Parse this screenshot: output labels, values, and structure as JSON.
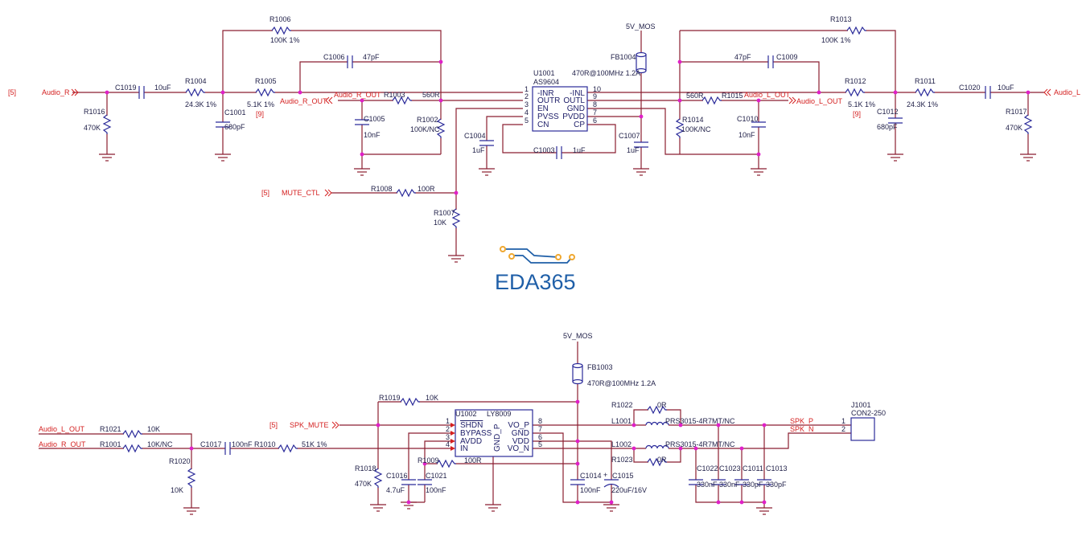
{
  "colors": {
    "wire": "#8b1e30",
    "component": "#2b2b9a",
    "net_label": "#d42020",
    "junction": "#e020c8",
    "logo_blue": "#1f5fa8",
    "logo_orange": "#f0a830"
  },
  "logo": {
    "text": "EDA365"
  },
  "nets": {
    "audio_r": "Audio_R",
    "audio_l": "Audio_L",
    "audio_r_out": "Audio_R_OUT",
    "audio_l_out": "Audio_L_OUT",
    "mute_ctl": "MUTE_CTL",
    "spk_mute": "SPK_MUTE",
    "spk_p": "SPK_P",
    "spk_n": "SPK_N",
    "power": "5V_MOS",
    "sheet_ref": "[5]",
    "page_ref": "[9]"
  },
  "components": {
    "R1016": {
      "ref": "R1016",
      "value": "470K"
    },
    "C1019": {
      "ref": "C1019",
      "value": "10uF"
    },
    "R1004": {
      "ref": "R1004",
      "value": "24.3K 1%"
    },
    "R1006": {
      "ref": "R1006",
      "value": "100K 1%"
    },
    "C1001": {
      "ref": "C1001",
      "value": "680pF"
    },
    "R1005": {
      "ref": "R1005",
      "value": "5.1K 1%"
    },
    "C1006": {
      "ref": "C1006",
      "value": "47pF"
    },
    "R1003": {
      "ref": "R1003",
      "value": "560R"
    },
    "C1005": {
      "ref": "C1005",
      "value": "10nF"
    },
    "R1002": {
      "ref": "R1002",
      "value": "100K/NC"
    },
    "FB1004": {
      "ref": "FB1004",
      "value": "470R@100MHz 1.2A"
    },
    "C1004": {
      "ref": "C1004",
      "value": "1uF"
    },
    "C1003": {
      "ref": "C1003",
      "value": "1uF"
    },
    "C1007": {
      "ref": "C1007",
      "value": "1uF"
    },
    "R1014": {
      "ref": "R1014",
      "value": "100K/NC"
    },
    "R1015": {
      "ref": "R1015",
      "value": "560R"
    },
    "C1010": {
      "ref": "C1010",
      "value": "10nF"
    },
    "R1013": {
      "ref": "R1013",
      "value": "100K 1%"
    },
    "C1009": {
      "ref": "C1009",
      "value": "47pF"
    },
    "R1012": {
      "ref": "R1012",
      "value": "5.1K 1%"
    },
    "C1012": {
      "ref": "C1012",
      "value": "680pF"
    },
    "R1011": {
      "ref": "R1011",
      "value": "24.3K 1%"
    },
    "C1020": {
      "ref": "C1020",
      "value": "10uF"
    },
    "R1017": {
      "ref": "R1017",
      "value": "470K"
    },
    "R1008": {
      "ref": "R1008",
      "value": "100R"
    },
    "R1007": {
      "ref": "R1007",
      "value": "10K"
    },
    "FB1003": {
      "ref": "FB1003",
      "value": "470R@100MHz 1.2A"
    },
    "R1019": {
      "ref": "R1019",
      "value": "10K"
    },
    "R1021": {
      "ref": "R1021",
      "value": "10K"
    },
    "R1001": {
      "ref": "R1001",
      "value": "10K/NC"
    },
    "R1020": {
      "ref": "R1020",
      "value": "10K"
    },
    "C1017": {
      "ref": "C1017",
      "value": "100nF"
    },
    "R1010": {
      "ref": "R1010",
      "value": "51K 1%"
    },
    "R1018": {
      "ref": "R1018",
      "value": "470K"
    },
    "C1016": {
      "ref": "C1016",
      "value": "4.7uF"
    },
    "C1021": {
      "ref": "C1021",
      "value": "100nF"
    },
    "R1009": {
      "ref": "R1009",
      "value": "100R"
    },
    "C1014": {
      "ref": "C1014",
      "value": "100nF"
    },
    "C1015": {
      "ref": "C1015",
      "value": "220uF/16V",
      "polarity": "+"
    },
    "R1022": {
      "ref": "R1022",
      "value": "0R"
    },
    "L1001": {
      "ref": "L1001",
      "value": "PRS3015-4R7MT/NC"
    },
    "L1002": {
      "ref": "L1002",
      "value": "PRS3015-4R7MT/NC"
    },
    "R1023": {
      "ref": "R1023",
      "value": "0R"
    },
    "C1022": {
      "ref": "C1022",
      "value": "330nF"
    },
    "C1023": {
      "ref": "C1023",
      "value": "330nF"
    },
    "C1011": {
      "ref": "C1011",
      "value": "330pF"
    },
    "C1013": {
      "ref": "C1013",
      "value": "330pF"
    }
  },
  "u1001": {
    "ref": "U1001",
    "part": "AS9604",
    "left_pins": [
      {
        "num": "1",
        "name": "-INR"
      },
      {
        "num": "2",
        "name": "OUTR"
      },
      {
        "num": "3",
        "name": "EN"
      },
      {
        "num": "4",
        "name": "PVSS"
      },
      {
        "num": "5",
        "name": "CN"
      }
    ],
    "right_pins": [
      {
        "num": "10",
        "name": "-INL"
      },
      {
        "num": "9",
        "name": "OUTL"
      },
      {
        "num": "8",
        "name": "GND"
      },
      {
        "num": "7",
        "name": "PVDD"
      },
      {
        "num": "6",
        "name": "CP"
      }
    ]
  },
  "u1002": {
    "ref": "U1002",
    "part": "LY8009",
    "gnd_pin": "GND_P",
    "left_pins": [
      {
        "num": "1",
        "name": "SHDN"
      },
      {
        "num": "2",
        "name": "BYPASS"
      },
      {
        "num": "3",
        "name": "AVDD"
      },
      {
        "num": "4",
        "name": "IN"
      }
    ],
    "right_pins": [
      {
        "num": "8",
        "name": "VO_P"
      },
      {
        "num": "7",
        "name": "GND"
      },
      {
        "num": "6",
        "name": "VDD"
      },
      {
        "num": "5",
        "name": "VO_N"
      }
    ]
  },
  "j1001": {
    "ref": "J1001",
    "part": "CON2-250",
    "pins": [
      "1",
      "2"
    ]
  }
}
